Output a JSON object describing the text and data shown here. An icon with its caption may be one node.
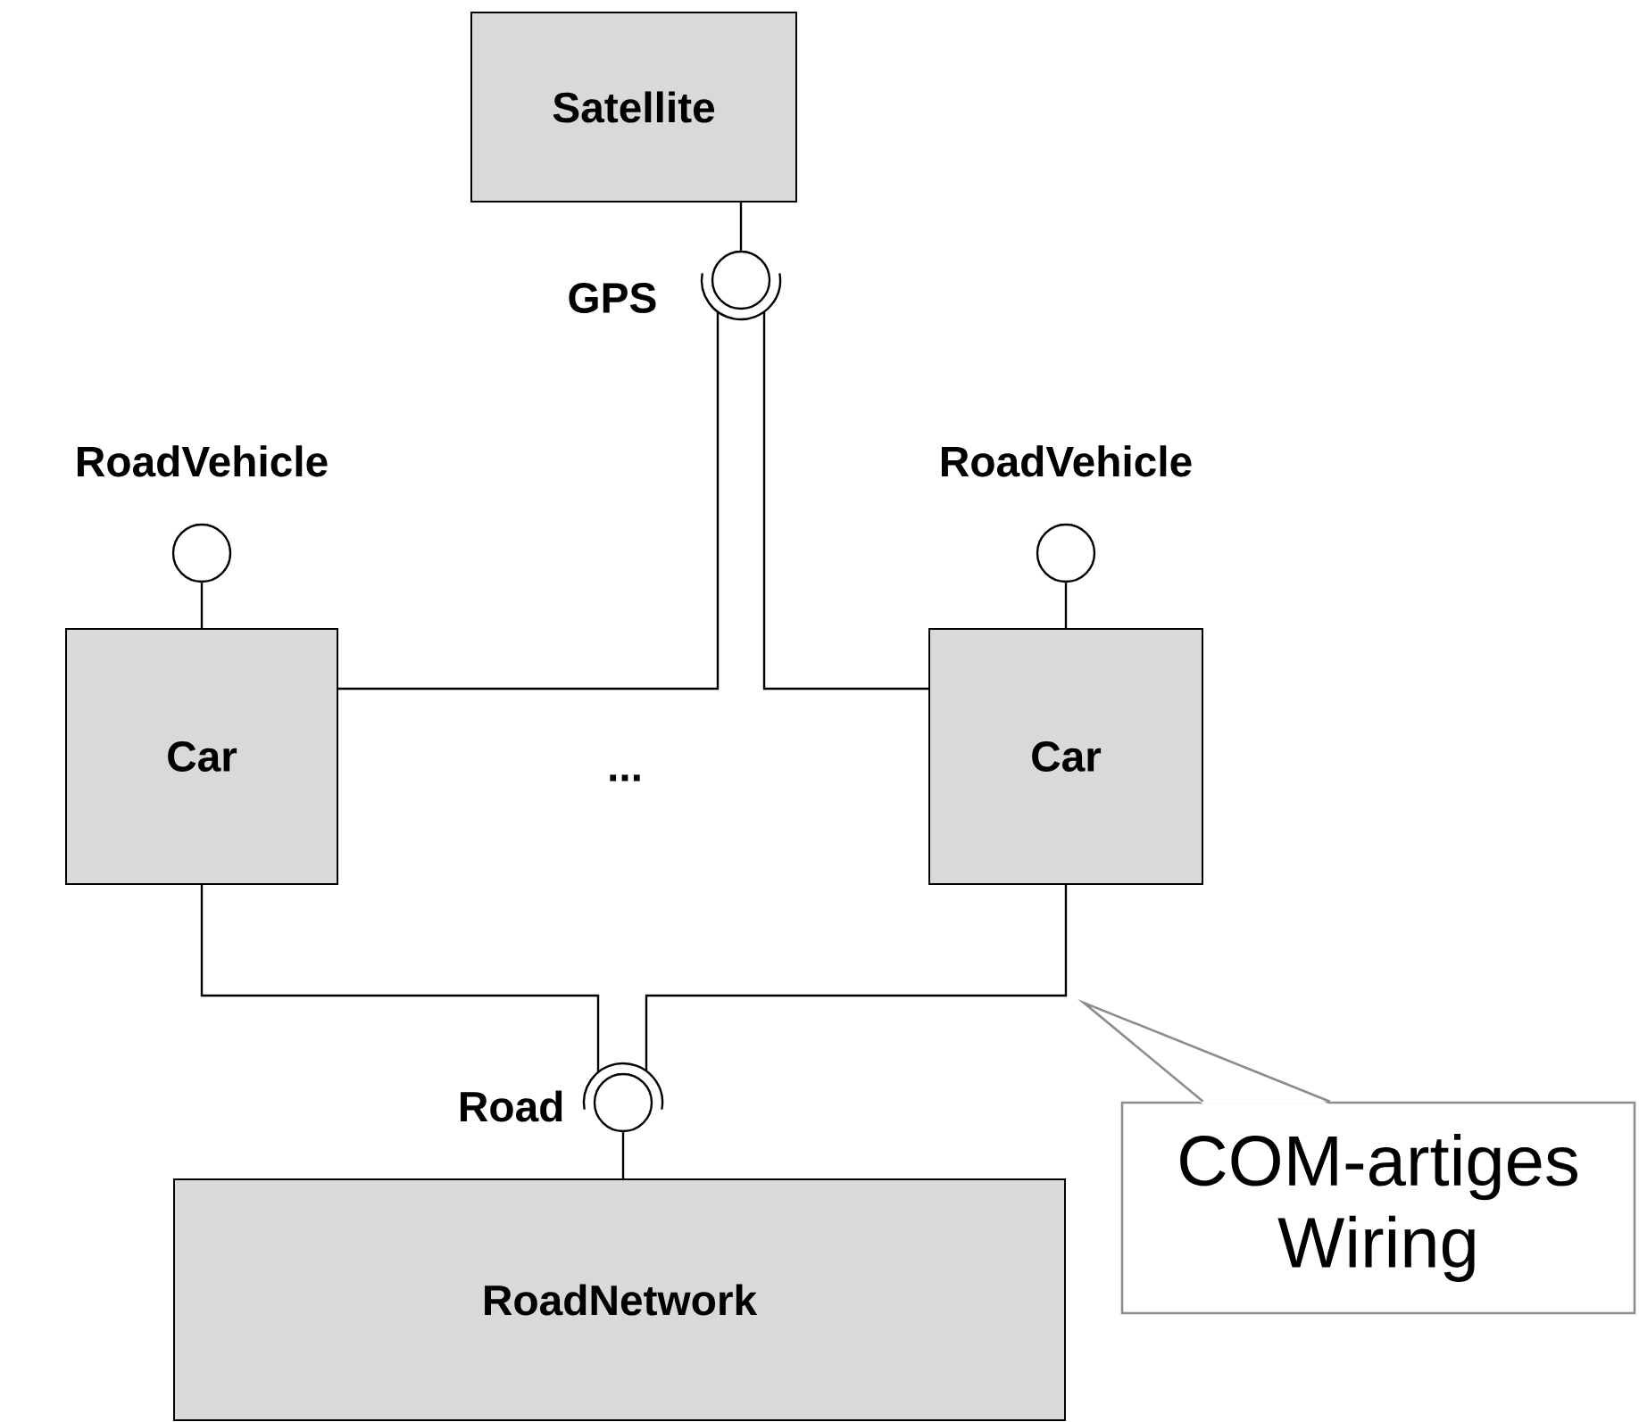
{
  "diagram": {
    "nodes": [
      {
        "text": [
          "Satellite"
        ]
      },
      {
        "text": [
          "Car"
        ]
      },
      {
        "text": [
          "Car"
        ]
      },
      {
        "text": [
          "RoadNetwork"
        ]
      },
      {
        "text": [
          "COM-artiges Wiring"
        ]
      },
      {
        "text": [],
        "shape": "circle",
        "beside": [
          "GPS"
        ]
      },
      {
        "text": [],
        "shape": "circle",
        "beside": [
          "RoadVehicle"
        ]
      },
      {
        "text": [],
        "shape": "circle",
        "beside": [
          "RoadVehicle"
        ]
      },
      {
        "text": [],
        "shape": "circle",
        "beside": [
          "Road"
        ]
      }
    ],
    "edges": [
      {
        "from": 0,
        "to": 5,
        "arrow": "none"
      },
      {
        "from": 1,
        "to": 5,
        "arrow": "none"
      },
      {
        "from": 2,
        "to": 5,
        "arrow": "none"
      },
      {
        "from": 1,
        "to": 6,
        "arrow": "none"
      },
      {
        "from": 2,
        "to": 7,
        "arrow": "none"
      },
      {
        "from": 1,
        "to": 8,
        "arrow": "none"
      },
      {
        "from": 2,
        "to": 8,
        "arrow": "none"
      },
      {
        "from": 8,
        "to": 3,
        "arrow": "none"
      },
      {
        "from": 4,
        "to": null,
        "arrow": "none",
        "color": "#8c8c8c"
      }
    ],
    "labels": [
      "..."
    ]
  }
}
